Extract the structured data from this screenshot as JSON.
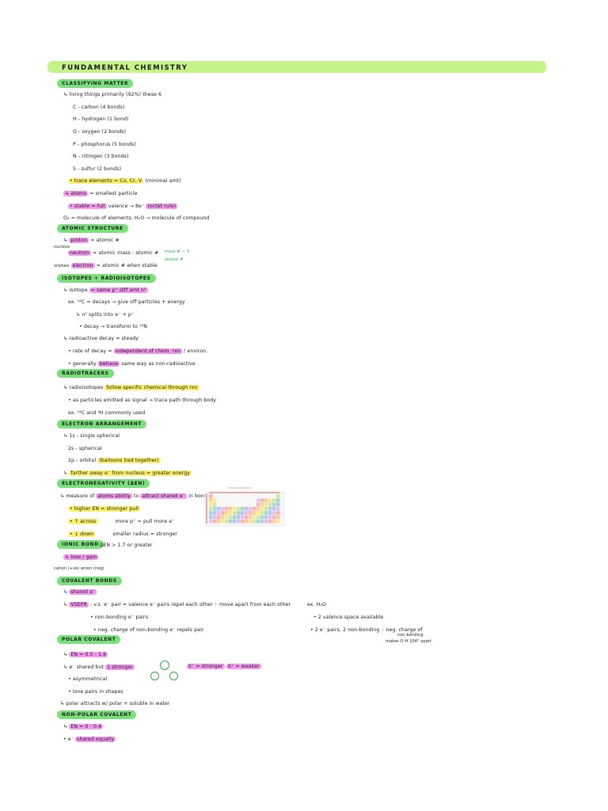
{
  "title": "FUNDAMENTAL CHEMISTRY",
  "colors": {
    "title_bar": "#c6f28a",
    "section": "#7be07b",
    "pink": "#f39af0",
    "yellow": "#fbf06b",
    "green_ink": "#2da84a"
  },
  "sections": {
    "classifying": "CLASSIFYING MATTER",
    "atomic": "ATOMIC STRUCTURE",
    "isotopes": "ISOTOPES + RADIOISOTOPES",
    "radiotracers": "RADIOTRACERS",
    "electron": "ELECTRON ARRANGEMENT",
    "electroneg": "ELECTRONEGATIVITY (ΔEN)",
    "ionic": "IONIC BOND",
    "covalent": "COVALENT BONDS",
    "polar": "POLAR COVALENT",
    "nonpolar": "NON-POLAR COVALENT"
  },
  "classifying": {
    "intro": "↳ living things primarily (92%) these 6",
    "elements": [
      "C - carbon (4 bonds)",
      "H - hydrogen (1 bond)",
      "O - oxygen (2 bonds)",
      "P - phosphorus (5 bonds)",
      "N - nitrogen (3 bonds)",
      "S - sulfur (2 bonds)"
    ],
    "trace_a": "• trace elements = Co, Cr, V",
    "trace_b": "(minimal amt)",
    "atoms_a": "↳ atoms",
    "atoms_b": "= smallest particle",
    "stable_pre": "• stable = full",
    "stable_mid": "valence → 8e⁻",
    "stable_b": "(octet rule)",
    "molecule": "O₂ = molecule of elements, H₂O → molecule of compound"
  },
  "atomic": {
    "proton_pre": "↳",
    "proton": "proton",
    "proton_b": "= atomic #",
    "nucleus": "nucleus",
    "neutron": "neutron",
    "neutron_b": "= atomic mass - atomic #",
    "electron_pre": "orbitals",
    "electron": "electron",
    "electron_b": "= atomic # when stable",
    "notation": "mass # — X",
    "notation_b": "atomic #"
  },
  "isotopes": {
    "l1_pre": "↳ isotope",
    "l1_hl": "= same p⁺ diff amt n⁰",
    "l2": "ex. ¹⁴C = decays → give off particles + energy",
    "l3": "↳ n⁰ splits into e⁻ + p⁺",
    "l4": "• decay → transform to ¹⁴N",
    "l5": "↳ radioactive decay = steady",
    "l6_pre": "• rate of decay =",
    "l6_hl": "independent of chem. rxn",
    "l6_b": "/ environ.",
    "l7_pre": "• generally",
    "l7_hl": "behave",
    "l7_b": "same way as non-radioactive"
  },
  "radiotracers": {
    "l1_pre": "↳ radioisotopes",
    "l1_hl": "follow specific chemical through rxn",
    "l2": "• as particles emitted as signal → trace path through body",
    "l3": "ex. ¹⁴C and ³H commonly used"
  },
  "electron": {
    "l1": "↳ 1s - single spherical",
    "l2": "2s - spherical",
    "l3_pre": "2p - orbital",
    "l3_hl": "(balloons tied together)",
    "l4_pre": "↳",
    "l4_hl": "farther away e⁻ from nucleus = greater energy"
  },
  "electroneg": {
    "l1_pre": "↳ measure of",
    "l1_hl1": "atoms ability",
    "l1_mid": "to",
    "l1_hl2": "attract shared e⁻",
    "l1_b": "in bond",
    "l2_hl": "• higher EN = stronger pull",
    "l3_pre": "• ↑ across",
    "l3_b": "more p⁺ = pull more e⁻",
    "l4_pre": "• ↓ down",
    "l4_b": "smaller radius = stronger"
  },
  "periodic_table": {
    "title": "Electronegativity Trends"
  },
  "ionic": {
    "l1": "ΔEN > 1.7 or greater",
    "l2_hl": "↳ lose / gain",
    "l3": "cation (+ve)        anion (neg)"
  },
  "covalent": {
    "l1_pre": "↳",
    "l1_hl": "shared e⁻",
    "l2_pre": "↳",
    "l2_hl": "VSEPR",
    "l2_b": ": v.s. e⁻ pair = valence e⁻ pairs repel each other ∴ move apart from each other",
    "l3": "• non-bonding e⁻ pairs",
    "l4": "• neg. charge of non-bonding e⁻ repels pair",
    "ex1": "ex. H₂O",
    "ex2": "• 2 valence space available",
    "ex3": "• 2 e⁻ pairs, 2 non-bonding  ∴ neg. charge of",
    "ex4": "non-bonding",
    "ex5": "makes O-H 104° apart"
  },
  "polar": {
    "l1_pre": "↳",
    "l1_hl": "EN = 0.5 - 1.6",
    "l2_pre": "↳ e⁻ shared but",
    "l2_hl": "1 stronger",
    "l3": "• asymmetrical",
    "l4": "• lone pairs in shapes",
    "l5": "↳ polar attracts w/ polar + soluble in water",
    "delta_minus": "δ⁻ = stronger",
    "delta_plus": "δ⁺ = weaker"
  },
  "nonpolar": {
    "l1_pre": "↳",
    "l1_hl": "EN = 0 - 0.4",
    "l2_pre": "• e⁻",
    "l2_hl": "shared equally"
  }
}
